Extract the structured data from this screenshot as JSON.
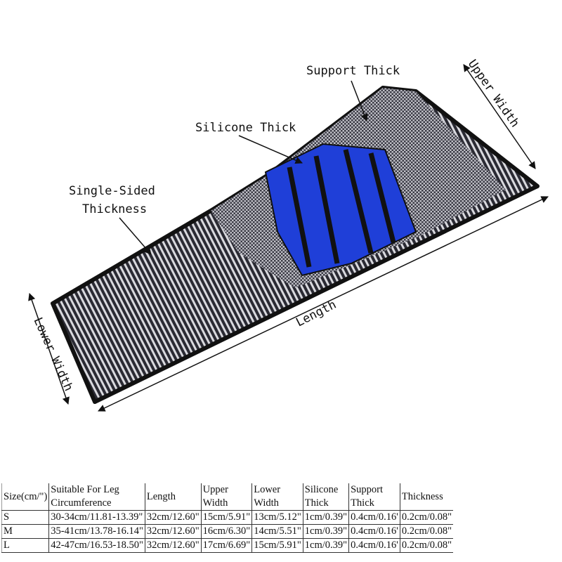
{
  "labels": {
    "support_thick": "Support Thick",
    "upper_width": "Upper Width",
    "silicone_thick": "Silicone Thick",
    "single_sided_line1": "Single-Sided",
    "single_sided_line2": "Thickness",
    "length": "Length",
    "lower_width": "Lower Width"
  },
  "colors": {
    "band": "#1f3fd8",
    "knit_dark": "#2a2a33",
    "knit_light": "#d9d9de"
  },
  "table": {
    "headers": [
      {
        "l1": "Size(cm/\")",
        "l2": ""
      },
      {
        "l1": "Suitable For Leg",
        "l2": "Circumference"
      },
      {
        "l1": "Length",
        "l2": ""
      },
      {
        "l1": "Upper",
        "l2": "Width"
      },
      {
        "l1": "Lower",
        "l2": "Width"
      },
      {
        "l1": "Silicone",
        "l2": "Thick"
      },
      {
        "l1": "Support",
        "l2": "Thick"
      },
      {
        "l1": "Thickness",
        "l2": ""
      }
    ],
    "rows": [
      [
        "S",
        "30-34cm/11.81-13.39\"",
        "32cm/12.60\"",
        "15cm/5.91\"",
        "13cm/5.12\"",
        "1cm/0.39\"",
        "0.4cm/0.16'",
        "0.2cm/0.08\""
      ],
      [
        "M",
        "35-41cm/13.78-16.14\"",
        "32cm/12.60\"",
        "16cm/6.30\"",
        "14cm/5.51\"",
        "1cm/0.39\"",
        "0.4cm/0.16'",
        "0.2cm/0.08\""
      ],
      [
        "L",
        "42-47cm/16.53-18.50\"",
        "32cm/12.60\"",
        "17cm/6.69\"",
        "15cm/5.91\"",
        "1cm/0.39\"",
        "0.4cm/0.16'",
        "0.2cm/0.08\""
      ]
    ]
  }
}
